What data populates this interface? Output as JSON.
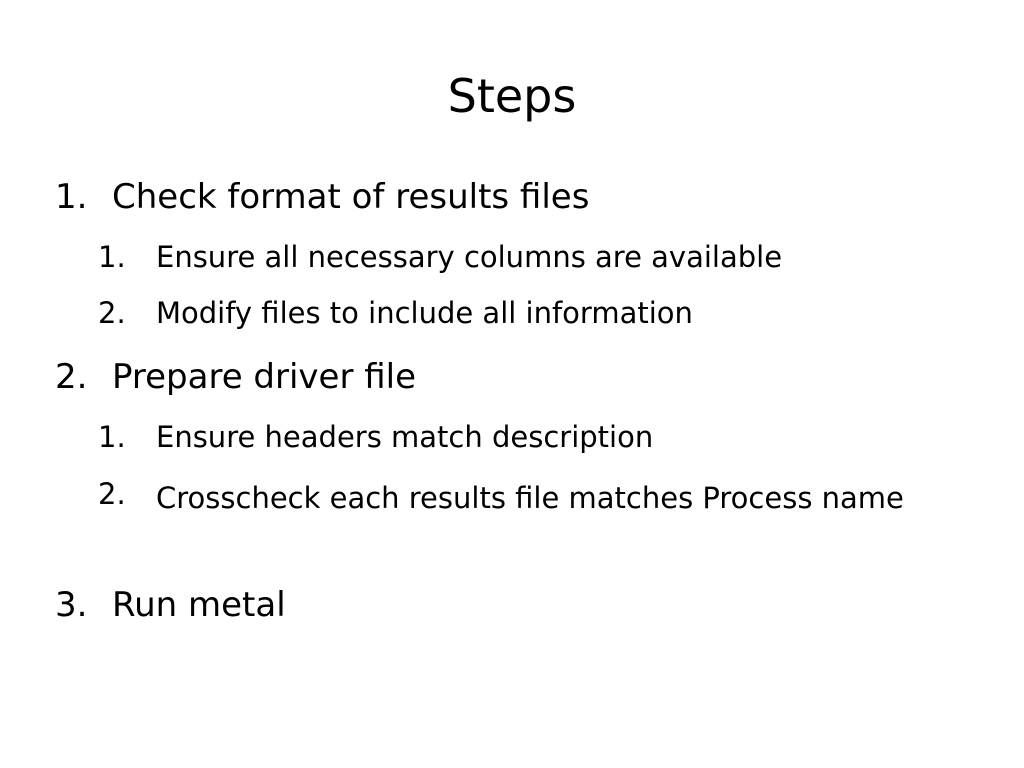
{
  "slide": {
    "title": "Steps",
    "steps": [
      {
        "number": "1.",
        "text": "Check format of results files",
        "substeps": [
          {
            "number": "1.",
            "text": "Ensure all necessary columns are available"
          },
          {
            "number": "2.",
            "text": "Modify files to include all information"
          }
        ]
      },
      {
        "number": "2.",
        "text": "Prepare driver file",
        "substeps": [
          {
            "number": "1.",
            "text": "Ensure headers match description"
          },
          {
            "number": "2.",
            "text": "Crosscheck each results file matches Process name"
          }
        ]
      },
      {
        "number": "3.",
        "text": "Run metal",
        "substeps": []
      }
    ]
  }
}
